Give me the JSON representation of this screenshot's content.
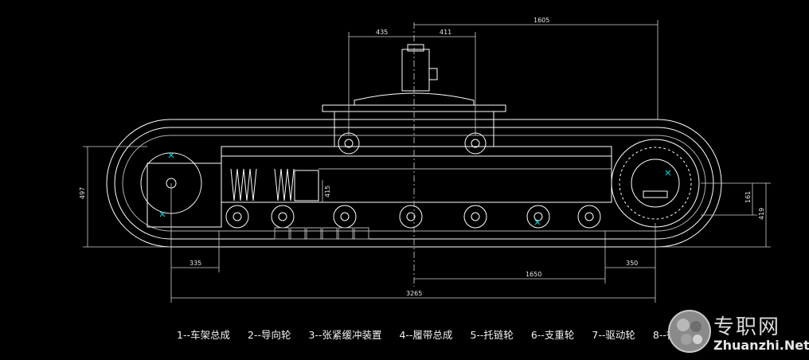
{
  "dimensions": {
    "overall_width": "1605",
    "left_top": "435",
    "right_top": "411",
    "height": "497",
    "spring": "415",
    "right_small": "161",
    "right_height": "419",
    "left_bottom": "335",
    "mid_bottom": "1650",
    "right_bottom": "350",
    "total_length": "3265"
  },
  "legend": [
    "1--车架总成",
    "2--导向轮",
    "3--张紧缓冲装置",
    "4--履带总成",
    "5--托链轮",
    "6--支重轮",
    "7--驱动轮",
    "8--行走"
  ],
  "watermark": {
    "chinese": "专职网",
    "english": "Zhuanzhi.Net"
  },
  "colors": {
    "background": "#000000",
    "line_white": "#ffffff",
    "line_dim": "#b0b0b0",
    "accent_cyan": "#00e0e0"
  }
}
